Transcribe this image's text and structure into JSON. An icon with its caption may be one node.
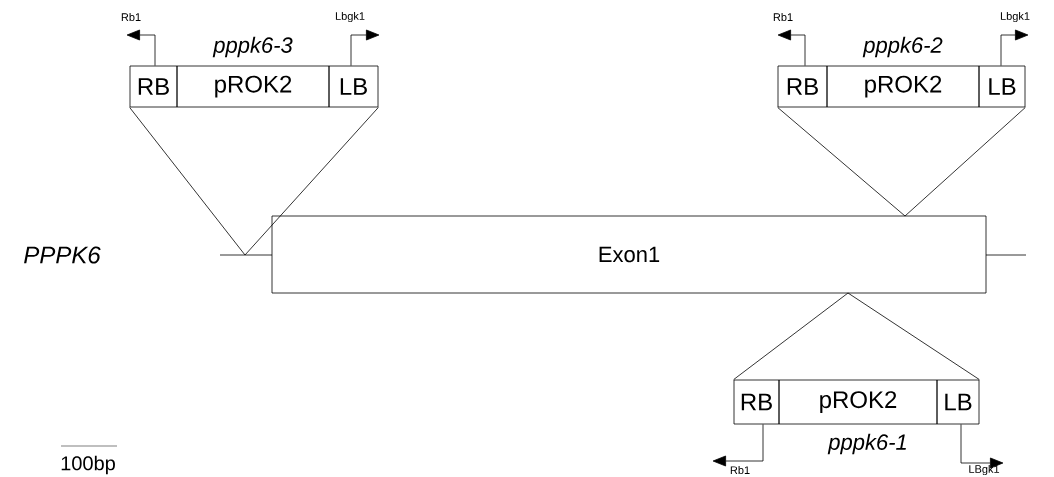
{
  "diagram": {
    "nodes": [
      {
        "text": [
          "Exon1"
        ]
      },
      {
        "text": [
          "RB"
        ]
      },
      {
        "text": [
          "pROK2"
        ],
        "beside": [
          "pppk6-3"
        ]
      },
      {
        "text": [
          "LB"
        ]
      },
      {
        "text": [
          "Rb1"
        ]
      },
      {
        "text": [
          "Lbgk1"
        ]
      },
      {
        "text": [
          "RB"
        ]
      },
      {
        "text": [
          "pROK2"
        ],
        "beside": [
          "pppk6-2"
        ]
      },
      {
        "text": [
          "LB"
        ]
      },
      {
        "text": [
          "Rb1"
        ]
      },
      {
        "text": [
          "Lbgk1"
        ]
      },
      {
        "text": [
          "RB"
        ]
      },
      {
        "text": [
          "pROK2"
        ],
        "beside": [
          "pppk6-1"
        ]
      },
      {
        "text": [
          "LB"
        ]
      },
      {
        "text": [
          "Rb1"
        ]
      },
      {
        "text": [
          "LBgk1"
        ]
      }
    ],
    "edges": [
      {
        "from": 1,
        "to": 4,
        "arrow": "to"
      },
      {
        "from": 3,
        "to": 5,
        "arrow": "to"
      },
      {
        "from": 6,
        "to": 9,
        "arrow": "to"
      },
      {
        "from": 8,
        "to": 10,
        "arrow": "to"
      },
      {
        "from": 11,
        "to": 14,
        "arrow": "to"
      },
      {
        "from": 13,
        "to": 15,
        "arrow": "to"
      },
      {
        "from": 1,
        "to": 0,
        "arrow": "none"
      },
      {
        "from": 3,
        "to": 0,
        "arrow": "none"
      },
      {
        "from": 6,
        "to": 0,
        "arrow": "none"
      },
      {
        "from": 8,
        "to": 0,
        "arrow": "none"
      },
      {
        "from": 11,
        "to": 0,
        "arrow": "none"
      },
      {
        "from": 13,
        "to": 0,
        "arrow": "none"
      }
    ],
    "labels": [
      "PPPK6",
      "100bp"
    ]
  }
}
